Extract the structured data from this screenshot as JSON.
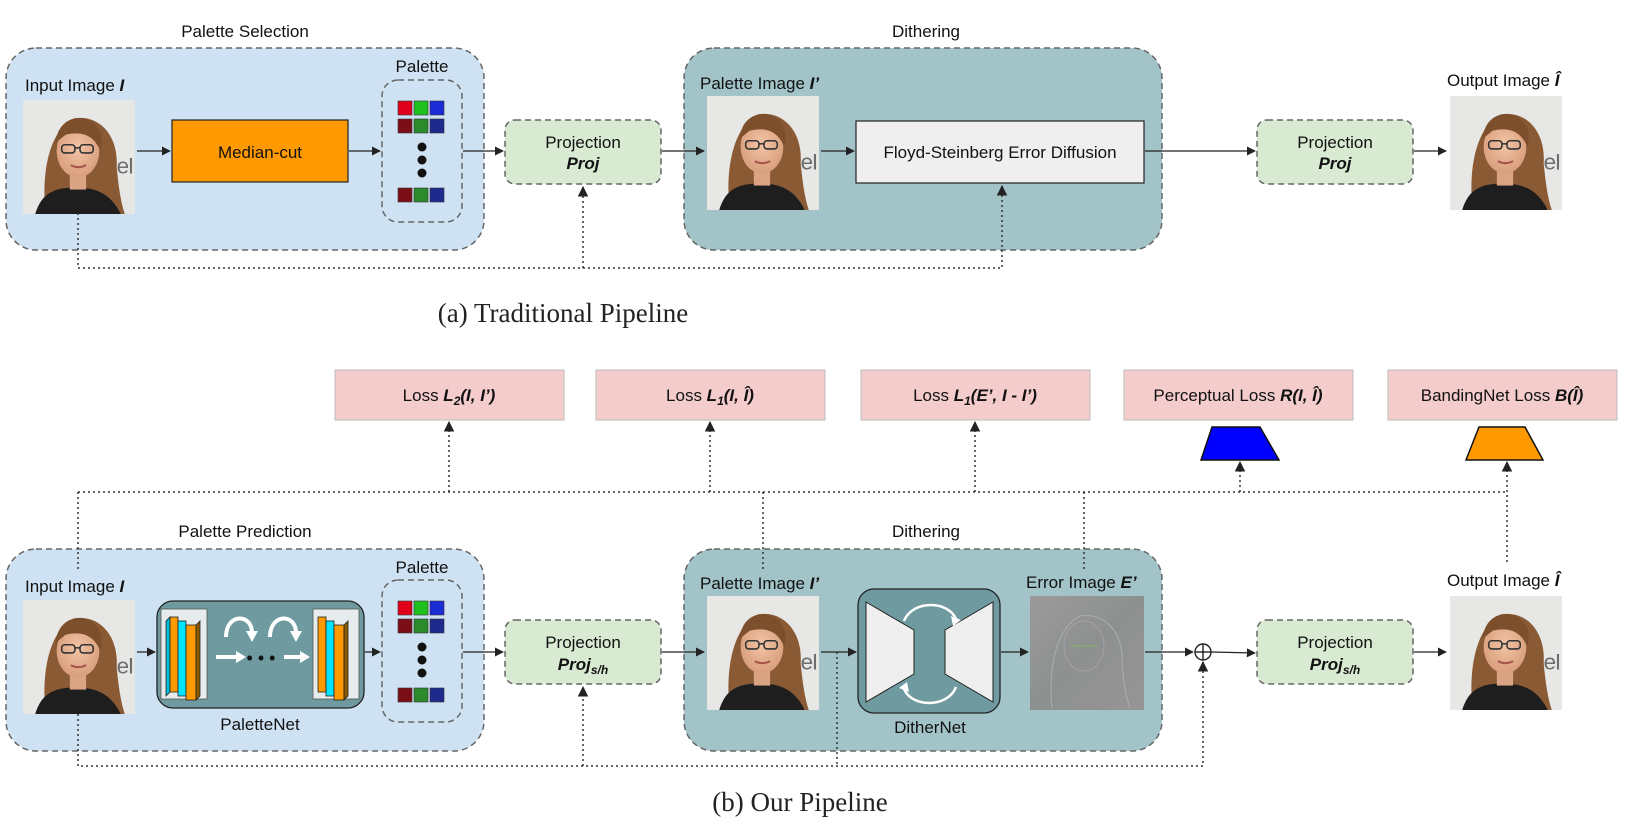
{
  "top": {
    "caption": "(a) Traditional Pipeline",
    "palette_selection_title": "Palette Selection",
    "input_label": "Input Image",
    "input_var": "I",
    "median_cut": "Median-cut",
    "palette_label": "Palette",
    "projection_label": "Projection",
    "projection_var": "Proj",
    "dithering_title": "Dithering",
    "palette_image_label": "Palette Image",
    "palette_image_var": "I’",
    "floyd": "Floyd-Steinberg Error Diffusion",
    "projection2_label": "Projection",
    "projection2_var": "Proj",
    "output_label": "Output Image",
    "output_var": "Î"
  },
  "bottom": {
    "caption": "(b) Our Pipeline",
    "losses": [
      {
        "prefix": "Loss ",
        "sym": "L",
        "sub": "2",
        "args": "(I, I’)"
      },
      {
        "prefix": "Loss ",
        "sym": "L",
        "sub": "1",
        "args": "(I, Î)"
      },
      {
        "prefix": "Loss ",
        "sym": "L",
        "sub": "1",
        "args": "(E’, I - I’)"
      },
      {
        "prefix": "Perceptual Loss ",
        "sym": "R(I, Î)",
        "sub": "",
        "args": ""
      },
      {
        "prefix": "BandingNet Loss ",
        "sym": "B(Î)",
        "sub": "",
        "args": ""
      }
    ],
    "palette_prediction_title": "Palette Prediction",
    "input_label": "Input Image",
    "input_var": "I",
    "palettenet": "PaletteNet",
    "dots": "• • •",
    "palette_label": "Palette",
    "projection_label": "Projection",
    "projection_var": "Proj",
    "projection_sub": "s/h",
    "dithering_title": "Dithering",
    "palette_image_label": "Palette Image",
    "palette_image_var": "I’",
    "dithernet": "DitherNet",
    "error_image_label": "Error Image",
    "error_image_var": "E’",
    "projection2_label": "Projection",
    "projection2_var": "Proj",
    "projection2_sub": "s/h",
    "output_label": "Output Image",
    "output_var": "Î"
  },
  "colors": {
    "light_blue_panel": "#cfe2f3",
    "teal_panel": "#a2c4c9",
    "median_cut": "#ff9900",
    "projection_fill": "#d9ead3",
    "loss_fill": "#f4cccc",
    "floyd_fill": "#efefef",
    "perceptual_trap": "#0000ff",
    "banding_trap": "#ff9900"
  }
}
